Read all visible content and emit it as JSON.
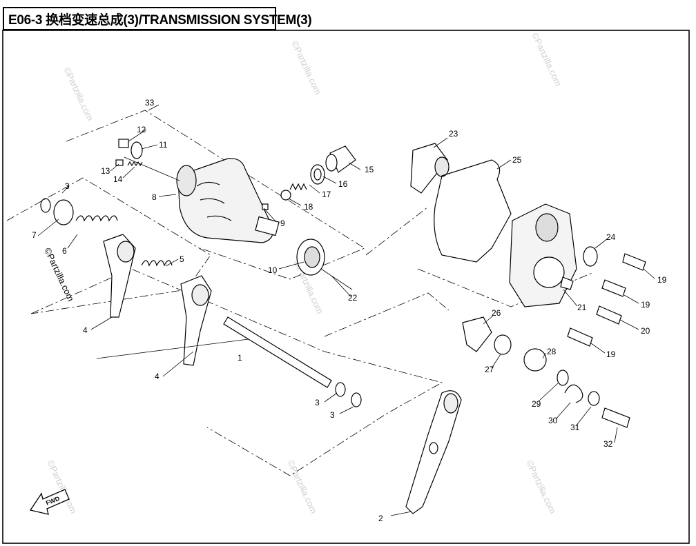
{
  "title": "E06-3 换档变速总成(3)/TRANSMISSION SYSTEM(3)",
  "fwd_label": "FWD",
  "watermark": "©Partzilla.com",
  "callouts": [
    "1",
    "2",
    "3",
    "3",
    "3",
    "3",
    "4",
    "4",
    "5",
    "6",
    "7",
    "8",
    "9",
    "10",
    "11",
    "12",
    "13",
    "14",
    "15",
    "16",
    "17",
    "18",
    "19",
    "19",
    "19",
    "20",
    "21",
    "22",
    "23",
    "24",
    "25",
    "26",
    "27",
    "28",
    "29",
    "30",
    "31",
    "32",
    "33"
  ]
}
